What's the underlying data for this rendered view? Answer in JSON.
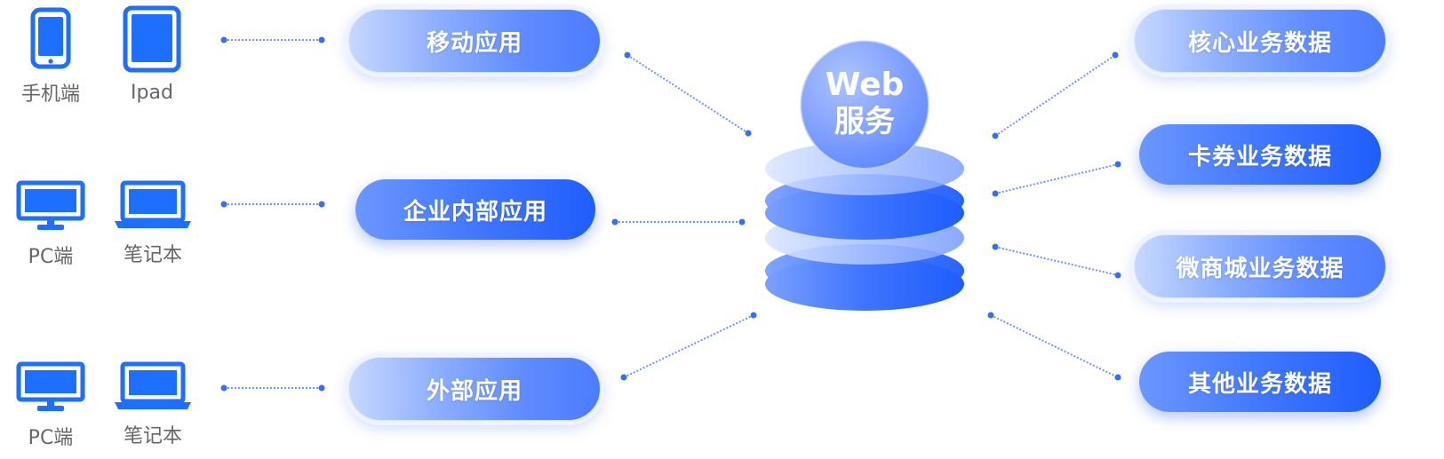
{
  "colors": {
    "accent": "#2F6BFF",
    "icon_blue": "#1E6EFF",
    "label_gray": "#666666",
    "dot": "#3B6CF5"
  },
  "devices": [
    {
      "name": "手机端",
      "icon": "smartphone-icon"
    },
    {
      "name": "Ipad",
      "icon": "tablet-icon"
    },
    {
      "name": "PC端",
      "icon": "monitor-icon"
    },
    {
      "name": "笔记本",
      "icon": "laptop-icon"
    },
    {
      "name": "PC端",
      "icon": "monitor-icon"
    },
    {
      "name": "笔记本",
      "icon": "laptop-icon"
    }
  ],
  "apps": [
    {
      "label": "移动应用"
    },
    {
      "label": "企业内部应用"
    },
    {
      "label": "外部应用"
    }
  ],
  "center": {
    "line1": "Web",
    "line2": "服务"
  },
  "data_sources": [
    {
      "label": "核心业务数据"
    },
    {
      "label": "卡券业务数据"
    },
    {
      "label": "微商城业务数据"
    },
    {
      "label": "其他业务数据"
    }
  ]
}
